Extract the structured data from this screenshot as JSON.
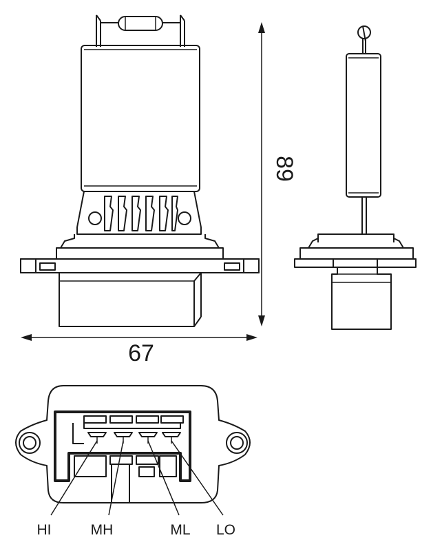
{
  "dimensions": {
    "height": "89",
    "width": "67"
  },
  "pins": [
    {
      "label": "HI"
    },
    {
      "label": "MH"
    },
    {
      "label": "ML"
    },
    {
      "label": "LO"
    }
  ]
}
